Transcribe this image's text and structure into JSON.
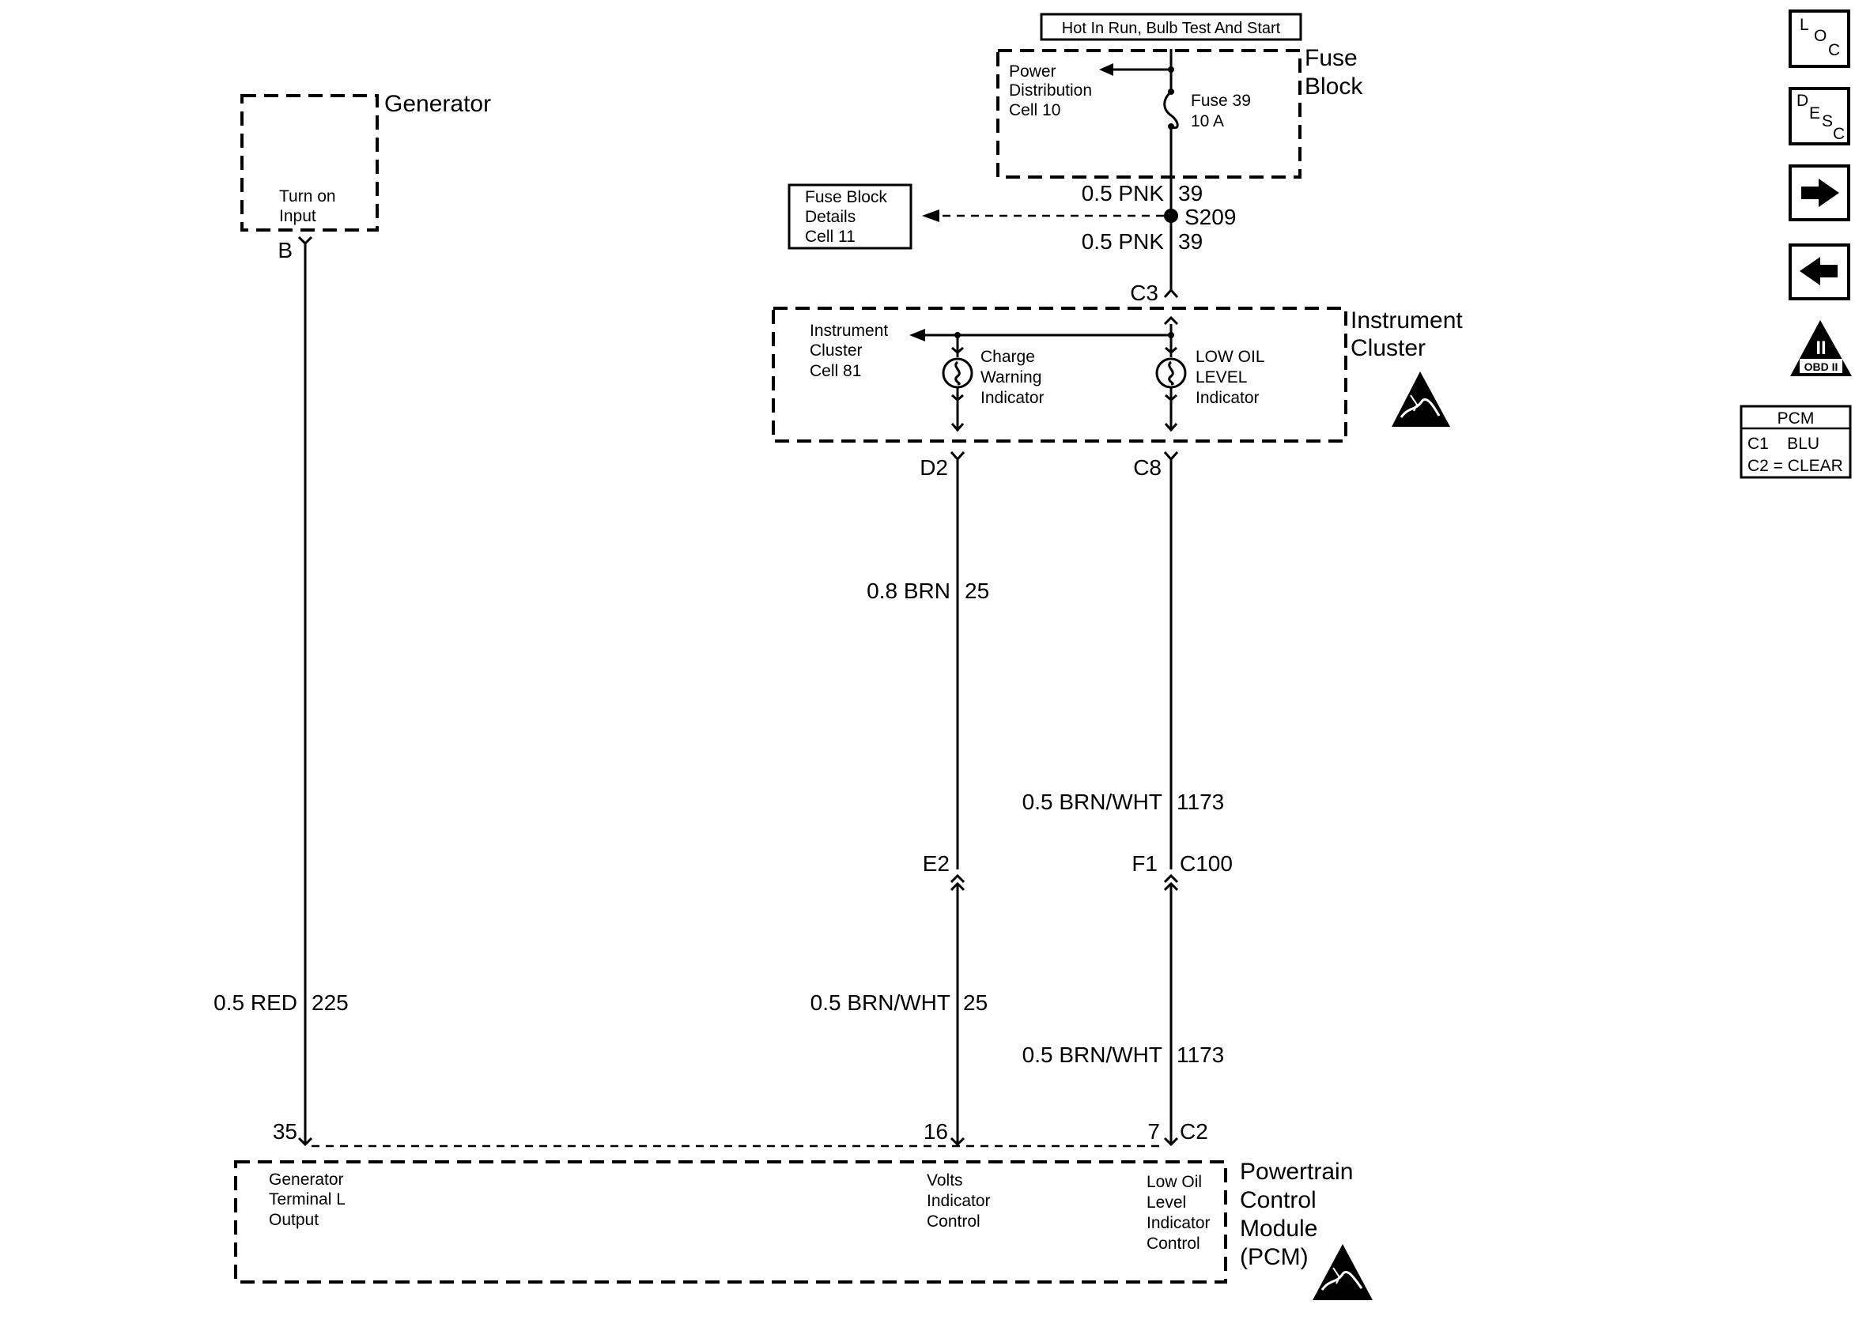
{
  "header": {
    "power_source": "Hot In Run, Bulb Test And Start"
  },
  "fuse_block": {
    "name_line1": "Fuse",
    "name_line2": "Block",
    "power_dist_line1": "Power",
    "power_dist_line2": "Distribution",
    "power_dist_line3": "Cell 10",
    "fuse_label": "Fuse 39",
    "fuse_rating": "10 A"
  },
  "fuse_block_details": {
    "line1": "Fuse Block",
    "line2": "Details",
    "line3": "Cell 11"
  },
  "splice": {
    "name": "S209"
  },
  "generator": {
    "name": "Generator",
    "input_line1": "Turn on",
    "input_line2": "Input",
    "pin": "B"
  },
  "instrument_cluster": {
    "name_line1": "Instrument",
    "name_line2": "Cluster",
    "cell_line1": "Instrument",
    "cell_line2": "Cluster",
    "cell_line3": "Cell 81",
    "charge_line1": "Charge",
    "charge_line2": "Warning",
    "charge_line3": "Indicator",
    "oil_line1": "LOW OIL",
    "oil_line2": "LEVEL",
    "oil_line3": "Indicator",
    "connector_in": "C3",
    "pin_charge": "D2",
    "pin_oil": "C8"
  },
  "wires": [
    {
      "gauge_color": "0.5 PNK",
      "circuit": "39"
    },
    {
      "gauge_color": "0.5 PNK",
      "circuit": "39"
    },
    {
      "gauge_color": "0.8 BRN",
      "circuit": "25"
    },
    {
      "gauge_color": "0.5 BRN/WHT",
      "circuit": "1173"
    },
    {
      "gauge_color": "0.5 RED",
      "circuit": "225"
    },
    {
      "gauge_color": "0.5 BRN/WHT",
      "circuit": "25"
    },
    {
      "gauge_color": "0.5 BRN/WHT",
      "circuit": "1173"
    }
  ],
  "connectors": {
    "e2": "E2",
    "f1": "F1",
    "c100": "C100"
  },
  "pcm": {
    "name_line1": "Powertrain",
    "name_line2": "Control",
    "name_line3": "Module",
    "name_line4": "(PCM)",
    "pin_gen": "35",
    "pin_volts": "16",
    "pin_oil": "7",
    "connector": "C2",
    "gen_line1": "Generator",
    "gen_line2": "Terminal L",
    "gen_line3": "Output",
    "volts_line1": "Volts",
    "volts_line2": "Indicator",
    "volts_line3": "Control",
    "oil_line1": "Low Oil",
    "oil_line2": "Level",
    "oil_line3": "Indicator",
    "oil_line4": "Control"
  },
  "side_nav": {
    "loc": {
      "l": "L",
      "o": "O",
      "c": "C"
    },
    "desc": {
      "d": "D",
      "e": "E",
      "s": "S",
      "c": "C"
    },
    "obd": {
      "numeral": "II",
      "label": "OBD II"
    },
    "forward_icon": "arrow-right-icon",
    "back_icon": "arrow-left-icon",
    "esd_icon": "esd-hand-icon"
  },
  "pcm_legend": {
    "title": "PCM",
    "row1": "C1    BLU",
    "row2": "C2 = CLEAR"
  }
}
